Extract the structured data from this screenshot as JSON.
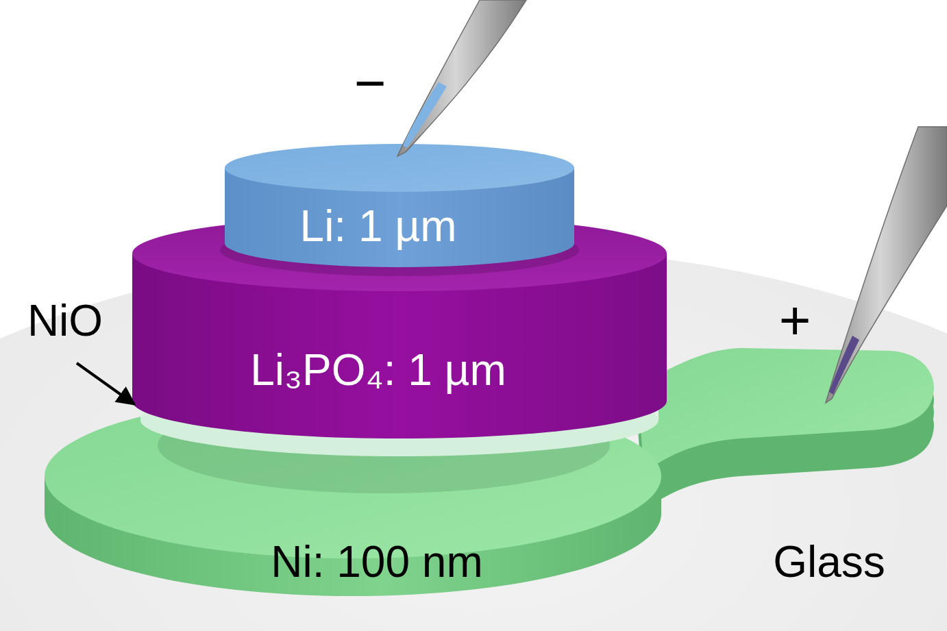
{
  "diagram": {
    "nodes": [
      {
        "text": [
          "Li: 1 µm"
        ]
      },
      {
        "text": [
          "Li₃PO₄: 1 µm"
        ]
      },
      {
        "text": [
          "Ni: 100 nm"
        ]
      }
    ],
    "labels": [
      "−",
      "NiO",
      "+",
      "Glass"
    ]
  }
}
